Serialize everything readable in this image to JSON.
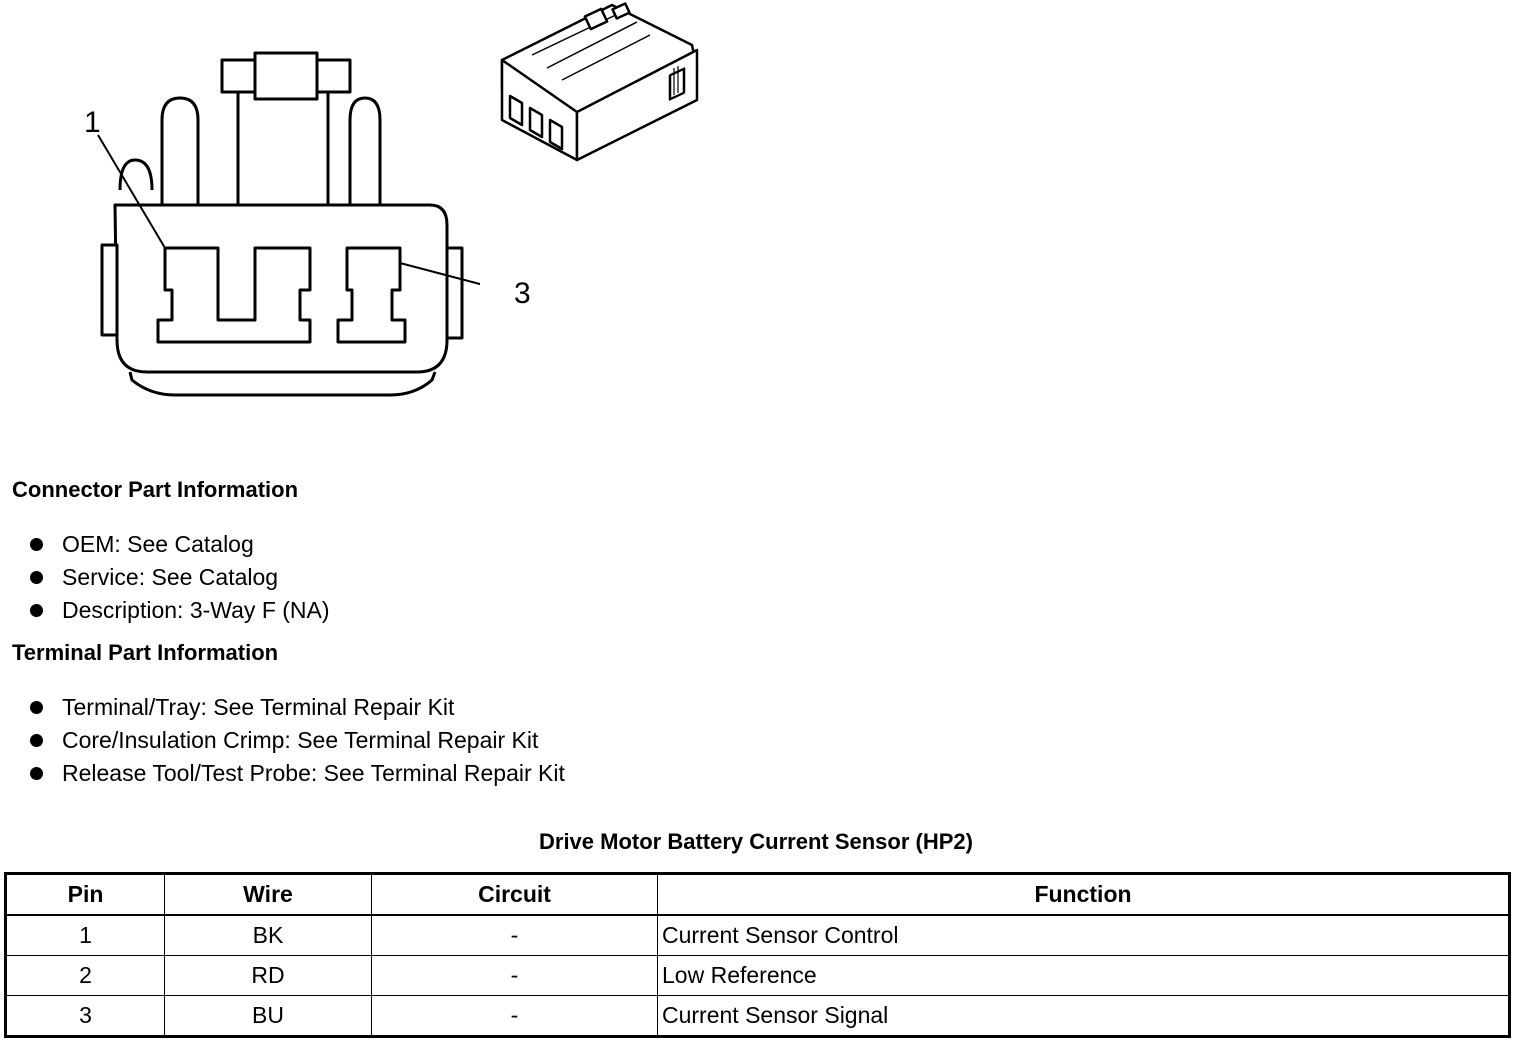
{
  "figure": {
    "callouts": {
      "pin1": "1",
      "pin3": "3"
    }
  },
  "connector_info": {
    "heading": "Connector Part Information",
    "items": [
      "OEM: See Catalog",
      "Service: See Catalog",
      "Description: 3-Way F (NA)"
    ]
  },
  "terminal_info": {
    "heading": "Terminal Part Information",
    "items": [
      "Terminal/Tray: See Terminal Repair Kit",
      "Core/Insulation Crimp: See Terminal Repair Kit",
      "Release Tool/Test Probe: See Terminal Repair Kit"
    ]
  },
  "table": {
    "caption": "Drive Motor Battery Current Sensor (HP2)",
    "headers": [
      "Pin",
      "Wire",
      "Circuit",
      "Function"
    ],
    "rows": [
      [
        "1",
        "BK",
        "-",
        "Current Sensor Control"
      ],
      [
        "2",
        "RD",
        "-",
        "Low Reference"
      ],
      [
        "3",
        "BU",
        "-",
        "Current Sensor Signal"
      ]
    ]
  }
}
